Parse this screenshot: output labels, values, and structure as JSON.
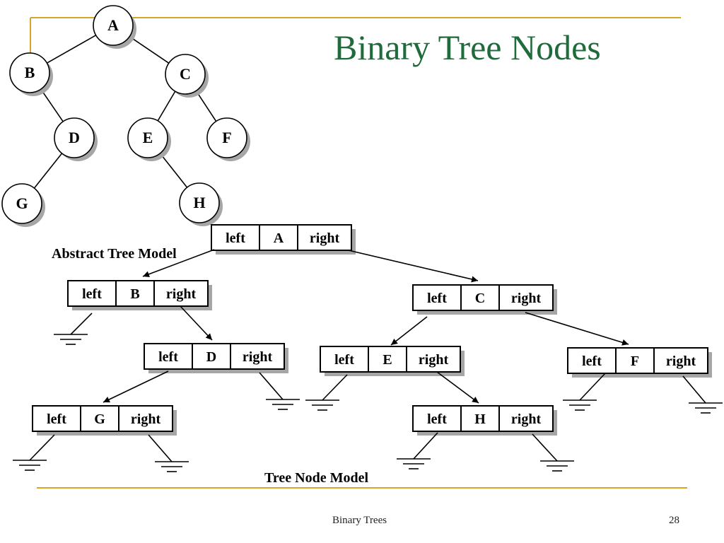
{
  "slide": {
    "title": "Binary Tree Nodes",
    "abstract_caption": "Abstract Tree Model",
    "node_caption": "Tree Node Model",
    "footer_label": "Binary Trees",
    "page_number": "28"
  },
  "colors": {
    "title": "#1f6b3c",
    "rule": "#d9a528",
    "shadow": "#a6a6a6"
  },
  "abstract_tree": {
    "nodes": [
      "A",
      "B",
      "C",
      "D",
      "E",
      "F",
      "G",
      "H"
    ],
    "edges": [
      [
        "A",
        "B"
      ],
      [
        "A",
        "C"
      ],
      [
        "B",
        "D"
      ],
      [
        "C",
        "E"
      ],
      [
        "C",
        "F"
      ],
      [
        "D",
        "G"
      ],
      [
        "E",
        "H"
      ]
    ]
  },
  "node_model": {
    "left_label": "left",
    "right_label": "right",
    "nodes": [
      "A",
      "B",
      "C",
      "D",
      "E",
      "F",
      "G",
      "H"
    ]
  }
}
